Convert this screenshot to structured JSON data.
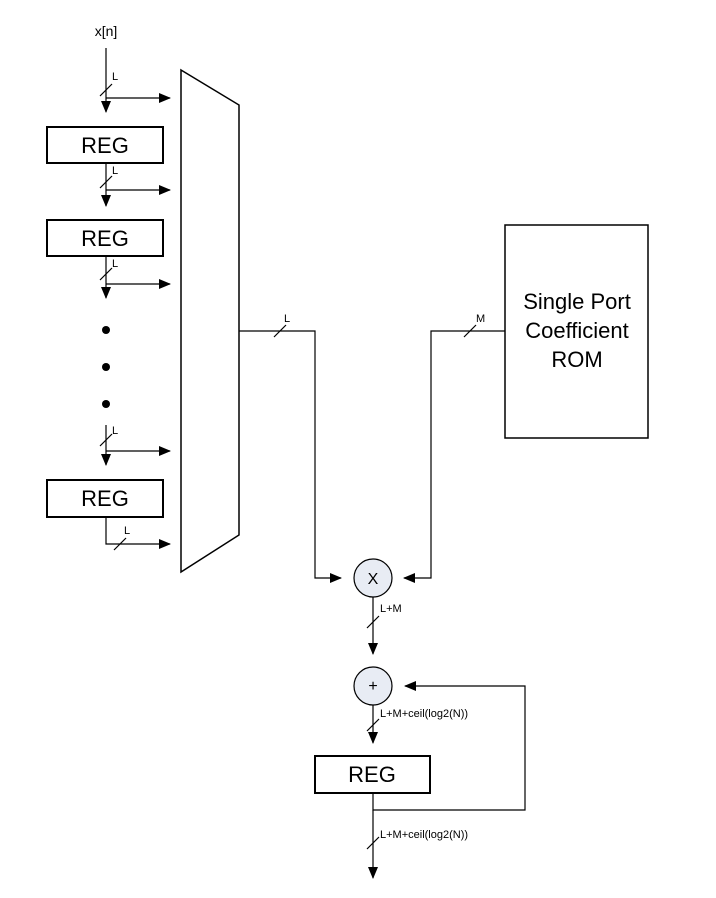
{
  "input_label": "x[n]",
  "registers": {
    "reg1": "REG",
    "reg2": "REG",
    "reg3": "REG",
    "acc_reg": "REG"
  },
  "bus_labels": {
    "in": "L",
    "tap1": "L",
    "tap2": "L",
    "tap3": "L",
    "tap4": "L",
    "mux_out": "L",
    "rom_out": "M",
    "mult_out": "L+M",
    "adder_out": "L+M+ceil(log2(N))",
    "final_out": "L+M+ceil(log2(N))"
  },
  "rom": {
    "line1": "Single Port",
    "line2": "Coefficient",
    "line3": "ROM"
  },
  "operators": {
    "multiply": "X",
    "add": "+"
  }
}
